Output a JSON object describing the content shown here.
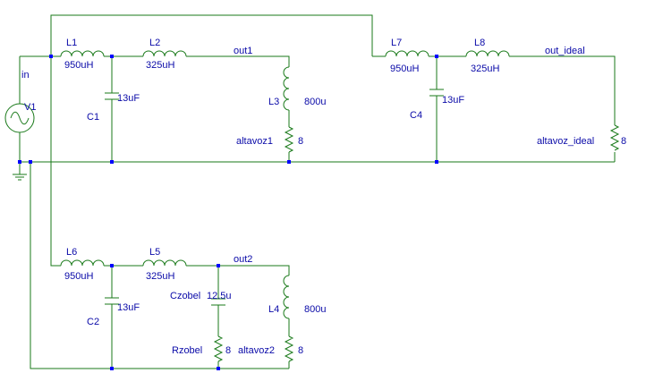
{
  "components": {
    "L1": {
      "ref": "L1",
      "value": "950uH"
    },
    "L2": {
      "ref": "L2",
      "value": "325uH"
    },
    "L3": {
      "ref": "L3",
      "value": "800u"
    },
    "C1": {
      "ref": "C1",
      "value": "13uF"
    },
    "R_alt1": {
      "ref": "altavoz1",
      "value": "8"
    },
    "L7": {
      "ref": "L7",
      "value": "950uH"
    },
    "L8": {
      "ref": "L8",
      "value": "325uH"
    },
    "C4": {
      "ref": "C4",
      "value": "13uF"
    },
    "R_ideal": {
      "ref": "altavoz_ideal",
      "value": "8"
    },
    "L6": {
      "ref": "L6",
      "value": "950uH"
    },
    "L5": {
      "ref": "L5",
      "value": "325uH"
    },
    "L4": {
      "ref": "L4",
      "value": "800u"
    },
    "C2": {
      "ref": "C2",
      "value": "13uF"
    },
    "Czobel": {
      "ref": "Czobel",
      "value": "12.5u"
    },
    "Rzobel": {
      "ref": "Rzobel",
      "value": "8"
    },
    "R_alt2": {
      "ref": "altavoz2",
      "value": "8"
    },
    "V1": {
      "ref": "V1"
    }
  },
  "nets": {
    "in": "in",
    "out1": "out1",
    "out2": "out2",
    "out_ideal": "out_ideal"
  }
}
